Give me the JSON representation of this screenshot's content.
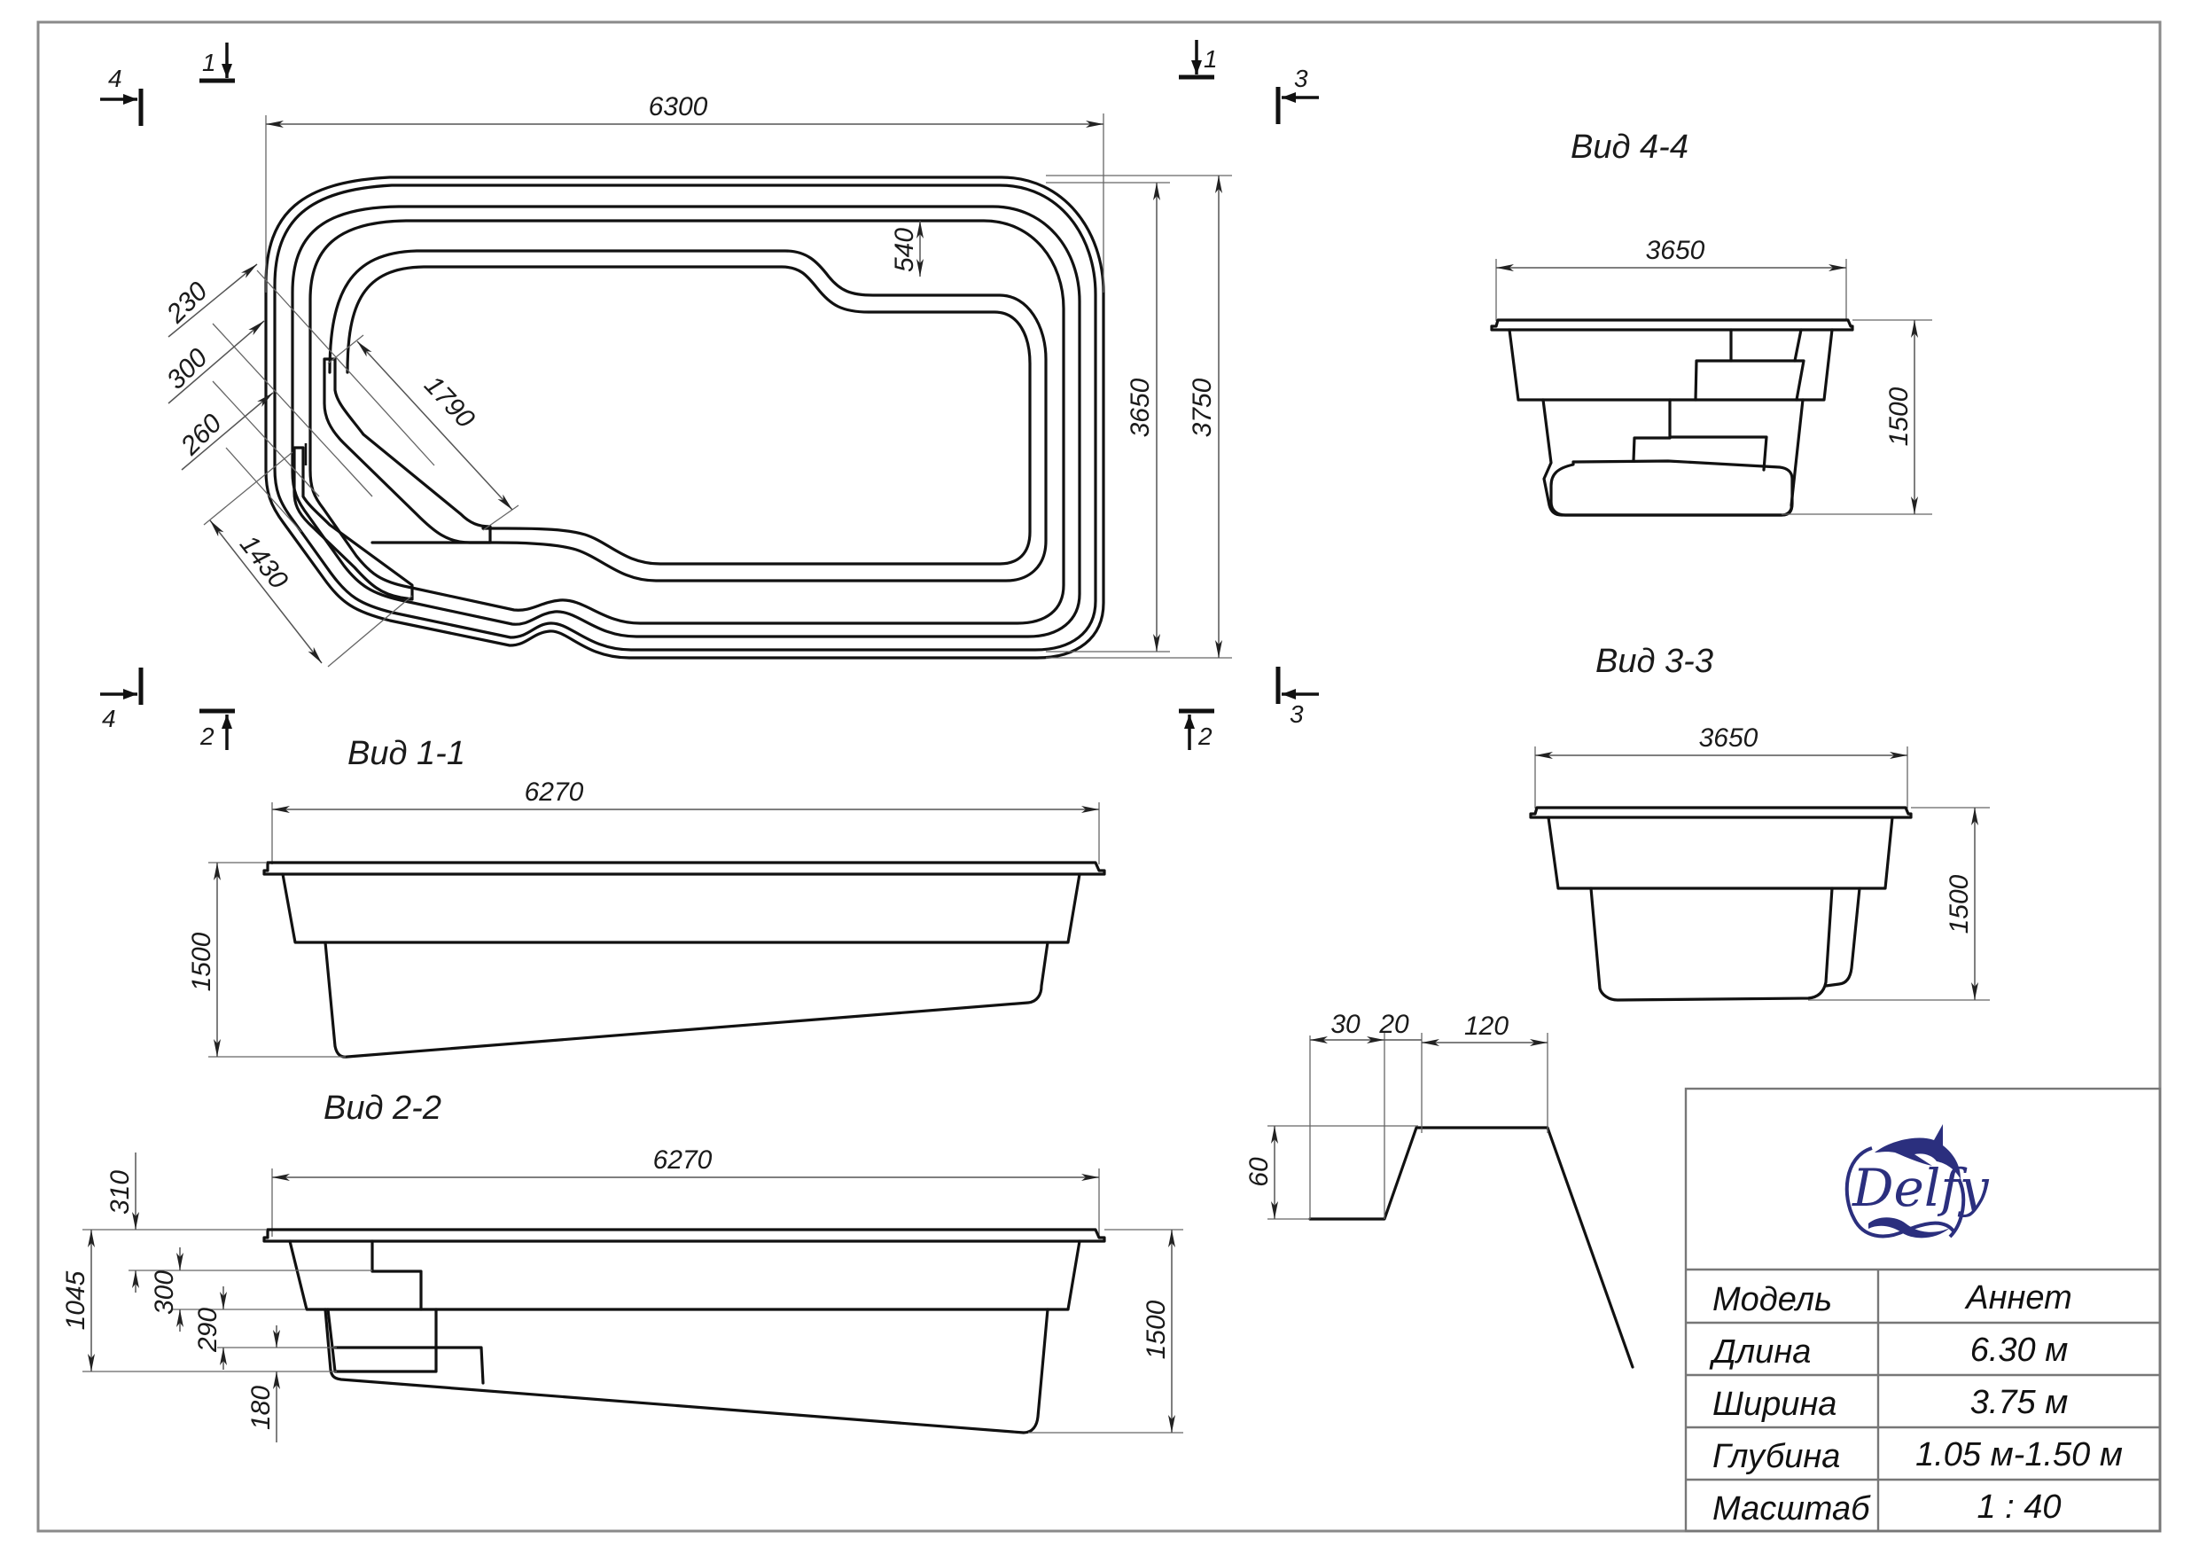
{
  "plan_view": {
    "sections": [
      {
        "id": "1",
        "label": "1"
      },
      {
        "id": "2",
        "label": "2"
      },
      {
        "id": "3",
        "label": "3"
      },
      {
        "id": "4",
        "label": "4"
      }
    ],
    "dimensions": {
      "length_overall": "6300",
      "width_inner": "3650",
      "width_overall": "3750",
      "ledge_depth": "540",
      "step_1": "230",
      "step_2": "300",
      "step_3": "260",
      "step_run_long": "1790",
      "step_run_short": "1430"
    }
  },
  "view_1_1": {
    "title": "Вид 1-1",
    "length": "6270",
    "depth": "1500"
  },
  "view_2_2": {
    "title": "Вид 2-2",
    "length": "6270",
    "depth": "1500",
    "shallow_depth": "1045",
    "step_heights": [
      "310",
      "300",
      "290",
      "180"
    ]
  },
  "view_4_4": {
    "title": "Вид 4-4",
    "width": "3650",
    "depth": "1500"
  },
  "view_3_3": {
    "title": "Вид 3-3",
    "width": "3650",
    "depth": "1500"
  },
  "rim_detail": {
    "dims": [
      "30",
      "20",
      "120"
    ],
    "height": "60"
  },
  "title_block": {
    "logo_text": "Delfy",
    "accent_color": "#2b2f7e",
    "rows": [
      {
        "label": "Модель",
        "value": "Аннет"
      },
      {
        "label": "Длина",
        "value": "6.30 м"
      },
      {
        "label": "Ширина",
        "value": "3.75 м"
      },
      {
        "label": "Глубина",
        "value": "1.05 м-1.50 м"
      },
      {
        "label": "Масштаб",
        "value": "1 : 40"
      }
    ]
  }
}
